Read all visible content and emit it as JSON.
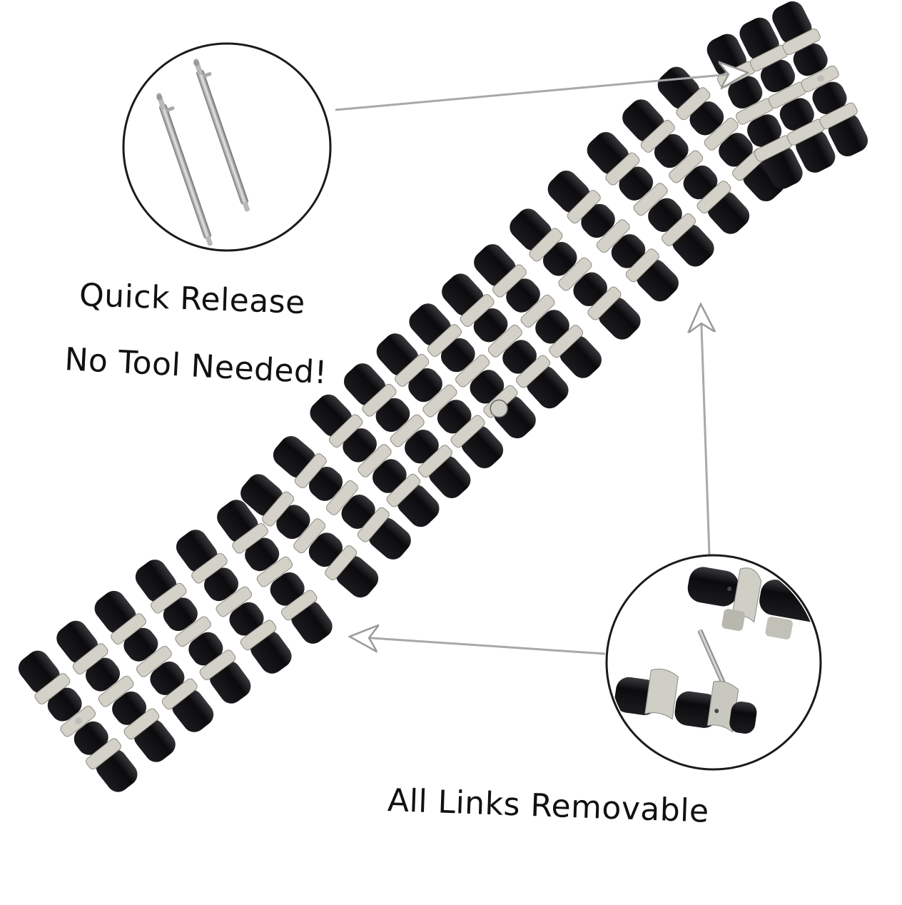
{
  "image": {
    "background": "#ffffff",
    "band_black": "#0b0b0d",
    "band_silver": "#d4d2c8"
  },
  "captions": {
    "quick_release": "Quick Release",
    "no_tool": "No Tool Needed!",
    "all_links": "All Links Removable"
  },
  "icons": {
    "pins": "spring-bar-pins-icon",
    "links": "removable-links-icon",
    "band": "watch-band-illustration",
    "arrows": "callout-arrow"
  }
}
